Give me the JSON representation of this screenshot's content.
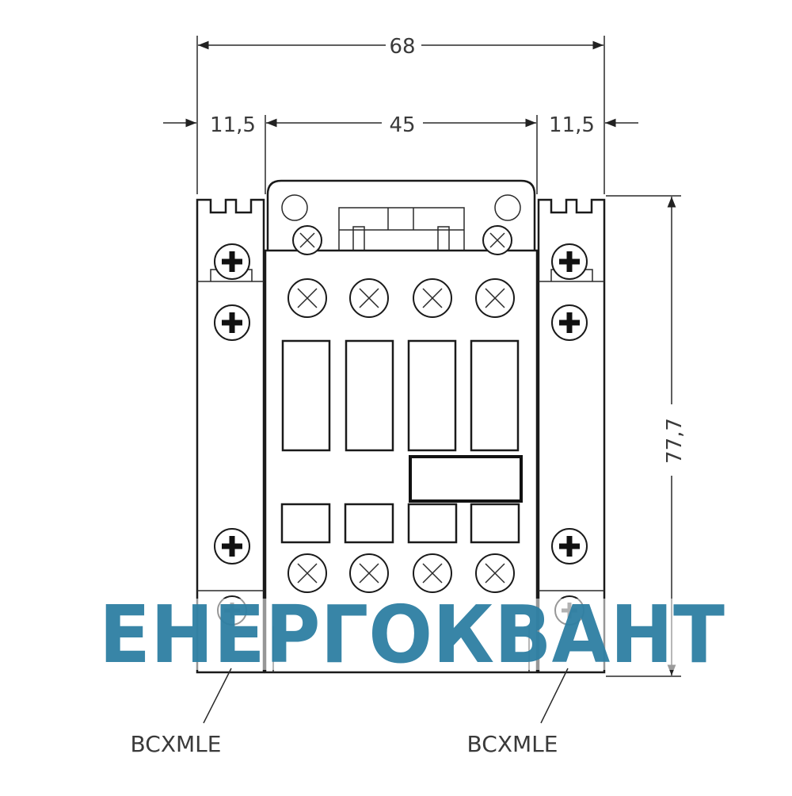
{
  "dimensions": {
    "overall_width": "68",
    "left_margin": "11,5",
    "center_width": "45",
    "right_margin": "11,5",
    "height": "77,7"
  },
  "callouts": {
    "left_label": "BCXMLE",
    "right_label": "BCXMLE"
  },
  "watermark": {
    "text": "ЕНЕРГОКВАНТ",
    "color": "#2E7FA3"
  },
  "icons": {
    "terminal_screw": "phillips-screw-icon",
    "mounting_screw": "plus-screw-icon"
  }
}
